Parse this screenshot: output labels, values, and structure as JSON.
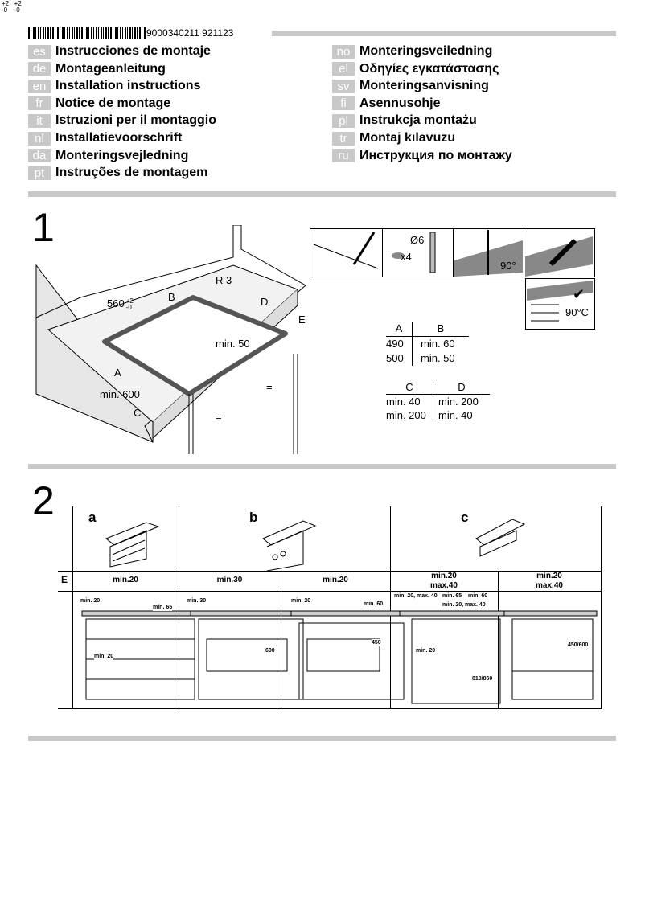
{
  "header": {
    "barcode_number": "9000340211 921123"
  },
  "languages_left": [
    {
      "code": "es",
      "title": "Instrucciones de montaje"
    },
    {
      "code": "de",
      "title": "Montageanleitung"
    },
    {
      "code": "en",
      "title": "Installation instructions"
    },
    {
      "code": "fr",
      "title": "Notice de montage"
    },
    {
      "code": "it",
      "title": "Istruzioni per il montaggio"
    },
    {
      "code": "nl",
      "title": "Installatievoorschrift"
    },
    {
      "code": "da",
      "title": "Monteringsvejledning"
    },
    {
      "code": "pt",
      "title": "Instruções de montagem"
    }
  ],
  "languages_right": [
    {
      "code": "no",
      "title": "Monteringsveiledning"
    },
    {
      "code": "el",
      "title": "Οδηγίες εγκατάστασης"
    },
    {
      "code": "sv",
      "title": "Monteringsanvisning"
    },
    {
      "code": "fi",
      "title": "Asennusohje"
    },
    {
      "code": "pl",
      "title": "Instrukcja montażu"
    },
    {
      "code": "tr",
      "title": "Montaj kılavuzu"
    },
    {
      "code": "ru",
      "title": "Инструкция по монтажу"
    }
  ],
  "section1": {
    "number": "1",
    "labels": {
      "w560": "560",
      "tol_plus": "+2",
      "tol_minus": "-0",
      "r3": "R 3",
      "b": "B",
      "d": "D",
      "e": "E",
      "min50": "min. 50",
      "a": "A",
      "min600": "min. 600",
      "c": "C",
      "eq": "="
    },
    "icons": {
      "d6": "Ø6",
      "x4": "x4",
      "deg90": "90°",
      "deg90c": "90°C"
    },
    "table_ab": {
      "headers": [
        "A",
        "B"
      ],
      "rows": [
        [
          "490",
          "min. 60"
        ],
        [
          "500",
          "min. 50"
        ]
      ]
    },
    "table_cd": {
      "headers": [
        "C",
        "D"
      ],
      "rows": [
        [
          "min. 40",
          "min. 200"
        ],
        [
          "min. 200",
          "min. 40"
        ]
      ]
    }
  },
  "section2": {
    "number": "2",
    "columns": [
      "a",
      "b",
      "c"
    ],
    "row_label": "E",
    "e_values": [
      [
        "min.20"
      ],
      [
        "min.30"
      ],
      [
        "min.20"
      ],
      [
        "min.20",
        "max.40"
      ],
      [
        "min.20",
        "max.40"
      ]
    ],
    "diagram_labels": {
      "a": [
        "min. 20",
        "min. 65",
        "min. 20"
      ],
      "b1": [
        "min. 30",
        "600"
      ],
      "b2": [
        "min. 20",
        "min. 60",
        "450"
      ],
      "c1": [
        "min. 20, max. 40",
        "min. 65",
        "min. 60",
        "min. 20, max. 40",
        "min. 20",
        "810/860"
      ],
      "c2": [
        "450/600"
      ]
    }
  }
}
